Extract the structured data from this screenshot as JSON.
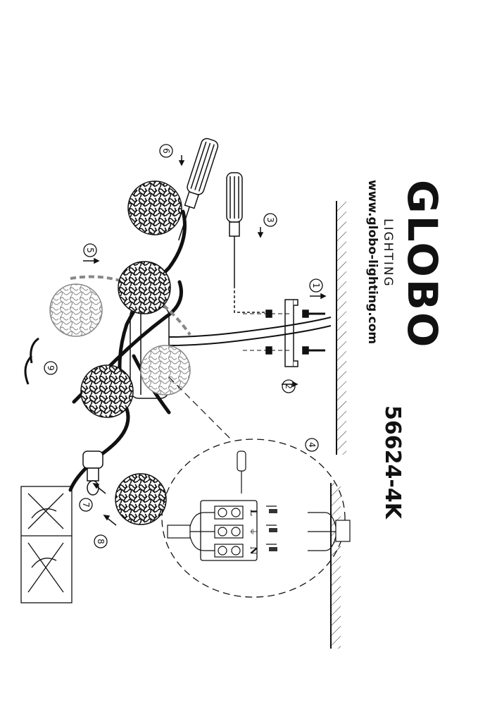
{
  "brand": {
    "name": "GLOBO",
    "sub": "LIGHTING",
    "url": "www.globo-lighting.com"
  },
  "model": "56624-4K",
  "steps": [
    "1",
    "2",
    "3",
    "4",
    "5",
    "6",
    "7",
    "8",
    "9"
  ],
  "terminals": {
    "live": "L",
    "earth": "⏚",
    "neutral": "N"
  }
}
